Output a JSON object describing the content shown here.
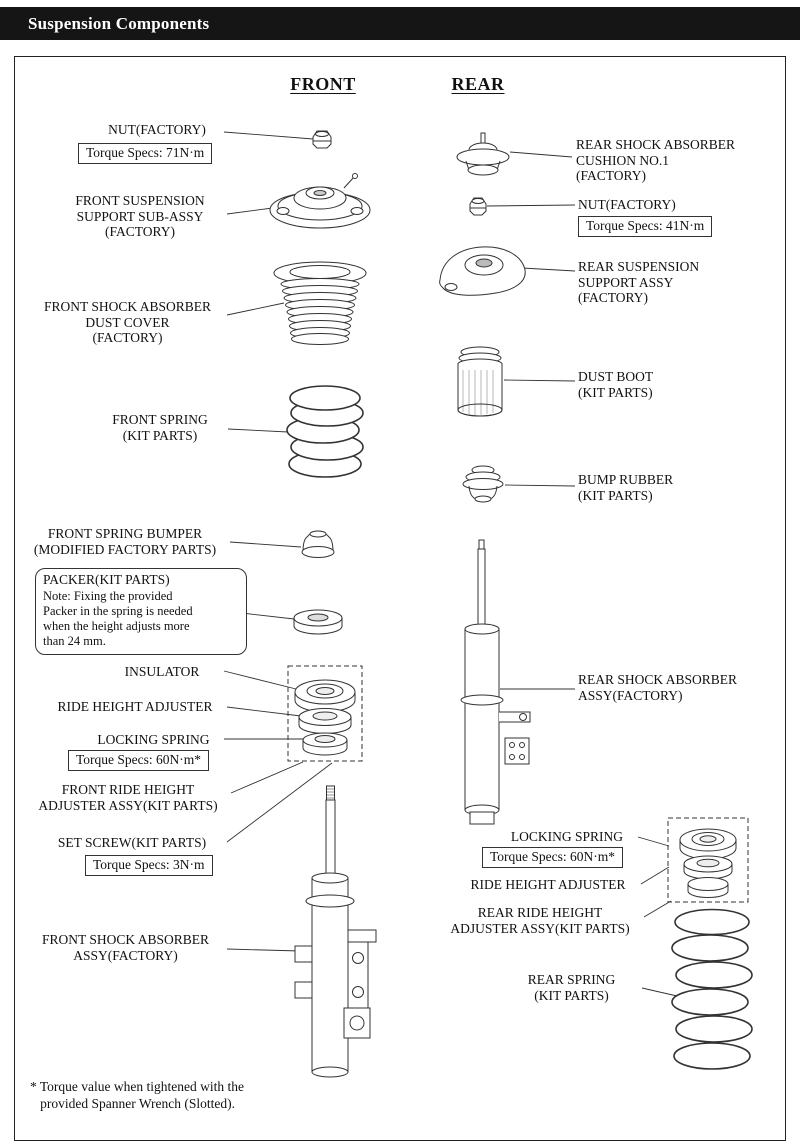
{
  "title_bar": {
    "title": "Suspension Components"
  },
  "headings": {
    "front": "FRONT",
    "rear": "REAR"
  },
  "front": {
    "nut_label": "NUT(FACTORY)",
    "nut_torque": "Torque Specs: 71N·m",
    "support_label": "FRONT SUSPENSION\nSUPPORT SUB-ASSY\n(FACTORY)",
    "dust_cover_label": "FRONT SHOCK ABSORBER\nDUST COVER\n(FACTORY)",
    "spring_label": "FRONT SPRING\n(KIT PARTS)",
    "spring_bumper_label": "FRONT SPRING BUMPER\n(MODIFIED FACTORY PARTS)",
    "packer_title": "PACKER(KIT PARTS)",
    "packer_note": "Note: Fixing the provided\nPacker in the spring is needed\nwhen the height adjusts more\nthan 24 mm.",
    "insulator_label": "INSULATOR",
    "ride_height_adjuster_label": "RIDE HEIGHT ADJUSTER",
    "locking_spring_label": "LOCKING SPRING",
    "locking_spring_torque": "Torque Specs: 60N·m*",
    "ride_height_adjuster_assy_label": "FRONT RIDE HEIGHT\nADJUSTER ASSY(KIT PARTS)",
    "set_screw_label": "SET SCREW(KIT PARTS)",
    "set_screw_torque": "Torque Specs: 3N·m",
    "shock_absorber_label": "FRONT SHOCK ABSORBER\nASSY(FACTORY)"
  },
  "rear": {
    "cushion_label": "REAR SHOCK ABSORBER\nCUSHION NO.1\n(FACTORY)",
    "nut_label": "NUT(FACTORY)",
    "nut_torque": "Torque Specs: 41N·m",
    "support_label": "REAR SUSPENSION\nSUPPORT ASSY\n(FACTORY)",
    "dust_boot_label": "DUST BOOT\n(KIT PARTS)",
    "bump_rubber_label": "BUMP RUBBER\n(KIT PARTS)",
    "shock_absorber_label": "REAR SHOCK ABSORBER\nASSY(FACTORY)",
    "locking_spring_label": "LOCKING SPRING",
    "locking_spring_torque": "Torque Specs: 60N·m*",
    "ride_height_adjuster_label": "RIDE HEIGHT ADJUSTER",
    "ride_height_adjuster_assy_label": "REAR RIDE HEIGHT\nADJUSTER ASSY(KIT PARTS)",
    "spring_label": "REAR SPRING\n(KIT PARTS)"
  },
  "footnote": "* Torque value when tightened with the\n   provided Spanner Wrench (Slotted).",
  "colors": {
    "header_bg": "#151515",
    "header_text": "#ffffff",
    "line": "#333333"
  }
}
